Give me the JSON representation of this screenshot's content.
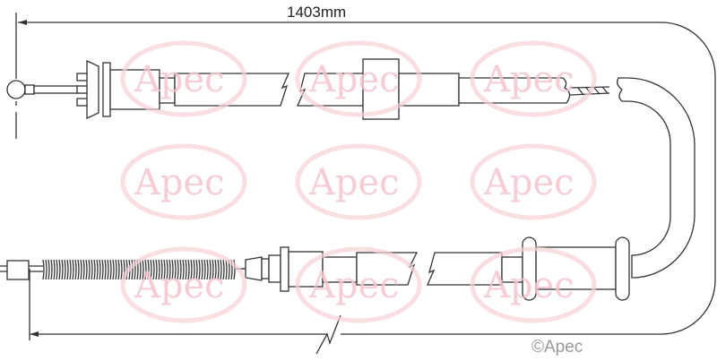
{
  "dimension": {
    "length_label": "1403mm"
  },
  "watermark": {
    "text": "Apec",
    "color": "#f4c4cc"
  },
  "copyright": {
    "text": "©Apec"
  },
  "colors": {
    "line": "#333333",
    "watermark": "#f4c4cc"
  }
}
